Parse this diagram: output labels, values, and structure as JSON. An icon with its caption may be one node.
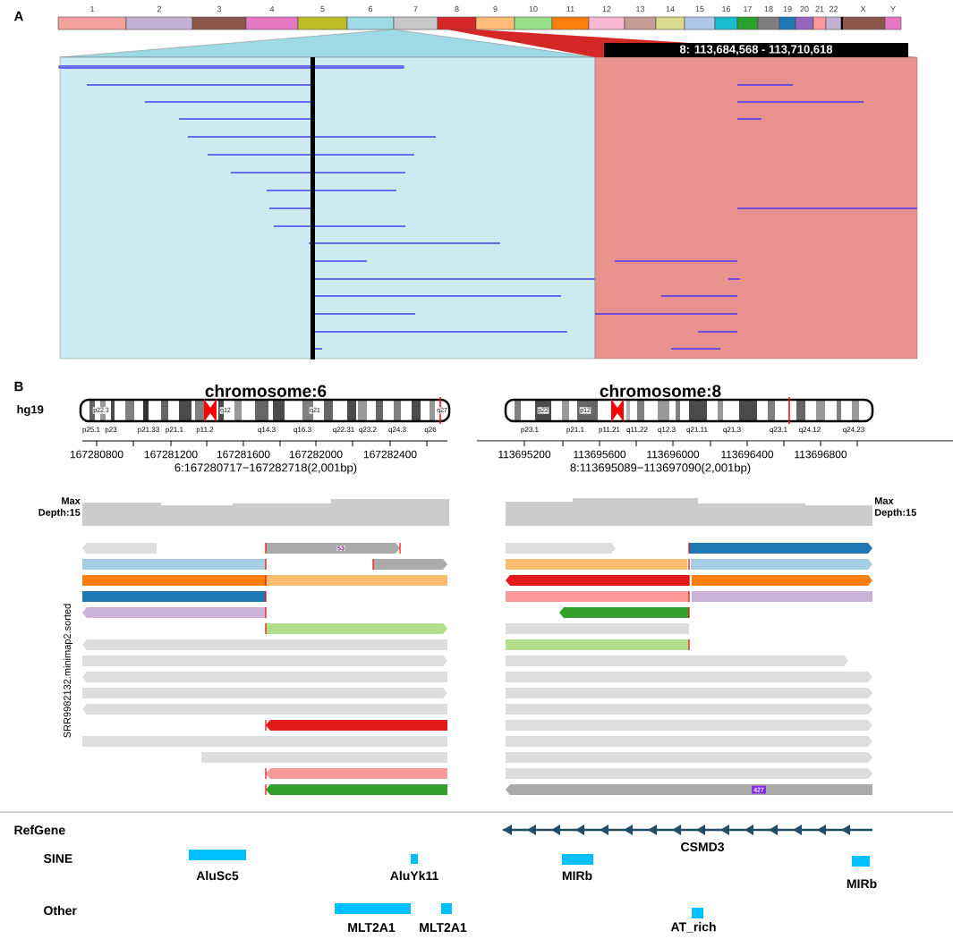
{
  "diagram": {
    "labels": [
      "A",
      "1",
      "2",
      "3",
      "4",
      "5",
      "6",
      "7",
      "8",
      "9",
      "10",
      "11",
      "12",
      "13",
      "14",
      "15",
      "16",
      "17",
      "18",
      "19",
      "20",
      "21",
      "22",
      "X",
      "Y",
      "8: 113,684,568 - 113,710,618",
      "B",
      "chromosome:6",
      "chromosome:8",
      "hg19",
      "p22.3",
      "q12",
      "q21",
      "q27",
      "p22",
      "p12",
      "p25.1",
      "p23",
      "p21.33",
      "p21.1",
      "p11.2",
      "q14.3",
      "q16.3",
      "q22.31",
      "q23.2",
      "q24.3",
      "q26",
      "p23.1",
      "p21.1",
      "p11.21",
      "q11.22",
      "q12.3",
      "q21.11",
      "q21.3",
      "q23.1",
      "q24.12",
      "q24.23",
      "167280800",
      "167281200",
      "167281600",
      "167282000",
      "167282400",
      "113695200",
      "113695600",
      "113696000",
      "113696400",
      "113696800",
      "6:167280717−167282718(2,001bp)",
      "8:113695089−113697090(2,001bp)",
      "Max Depth:15",
      "Max Depth:15",
      "53",
      "SRR9982132.minimap2.sorted",
      "427",
      "RefGene",
      "CSMD3",
      "SINE",
      "AluSc5",
      "AluYk11",
      "MIRb",
      "MIRb",
      "Other",
      "MLT2A1",
      "MLT2A1",
      "AT_rich"
    ]
  }
}
